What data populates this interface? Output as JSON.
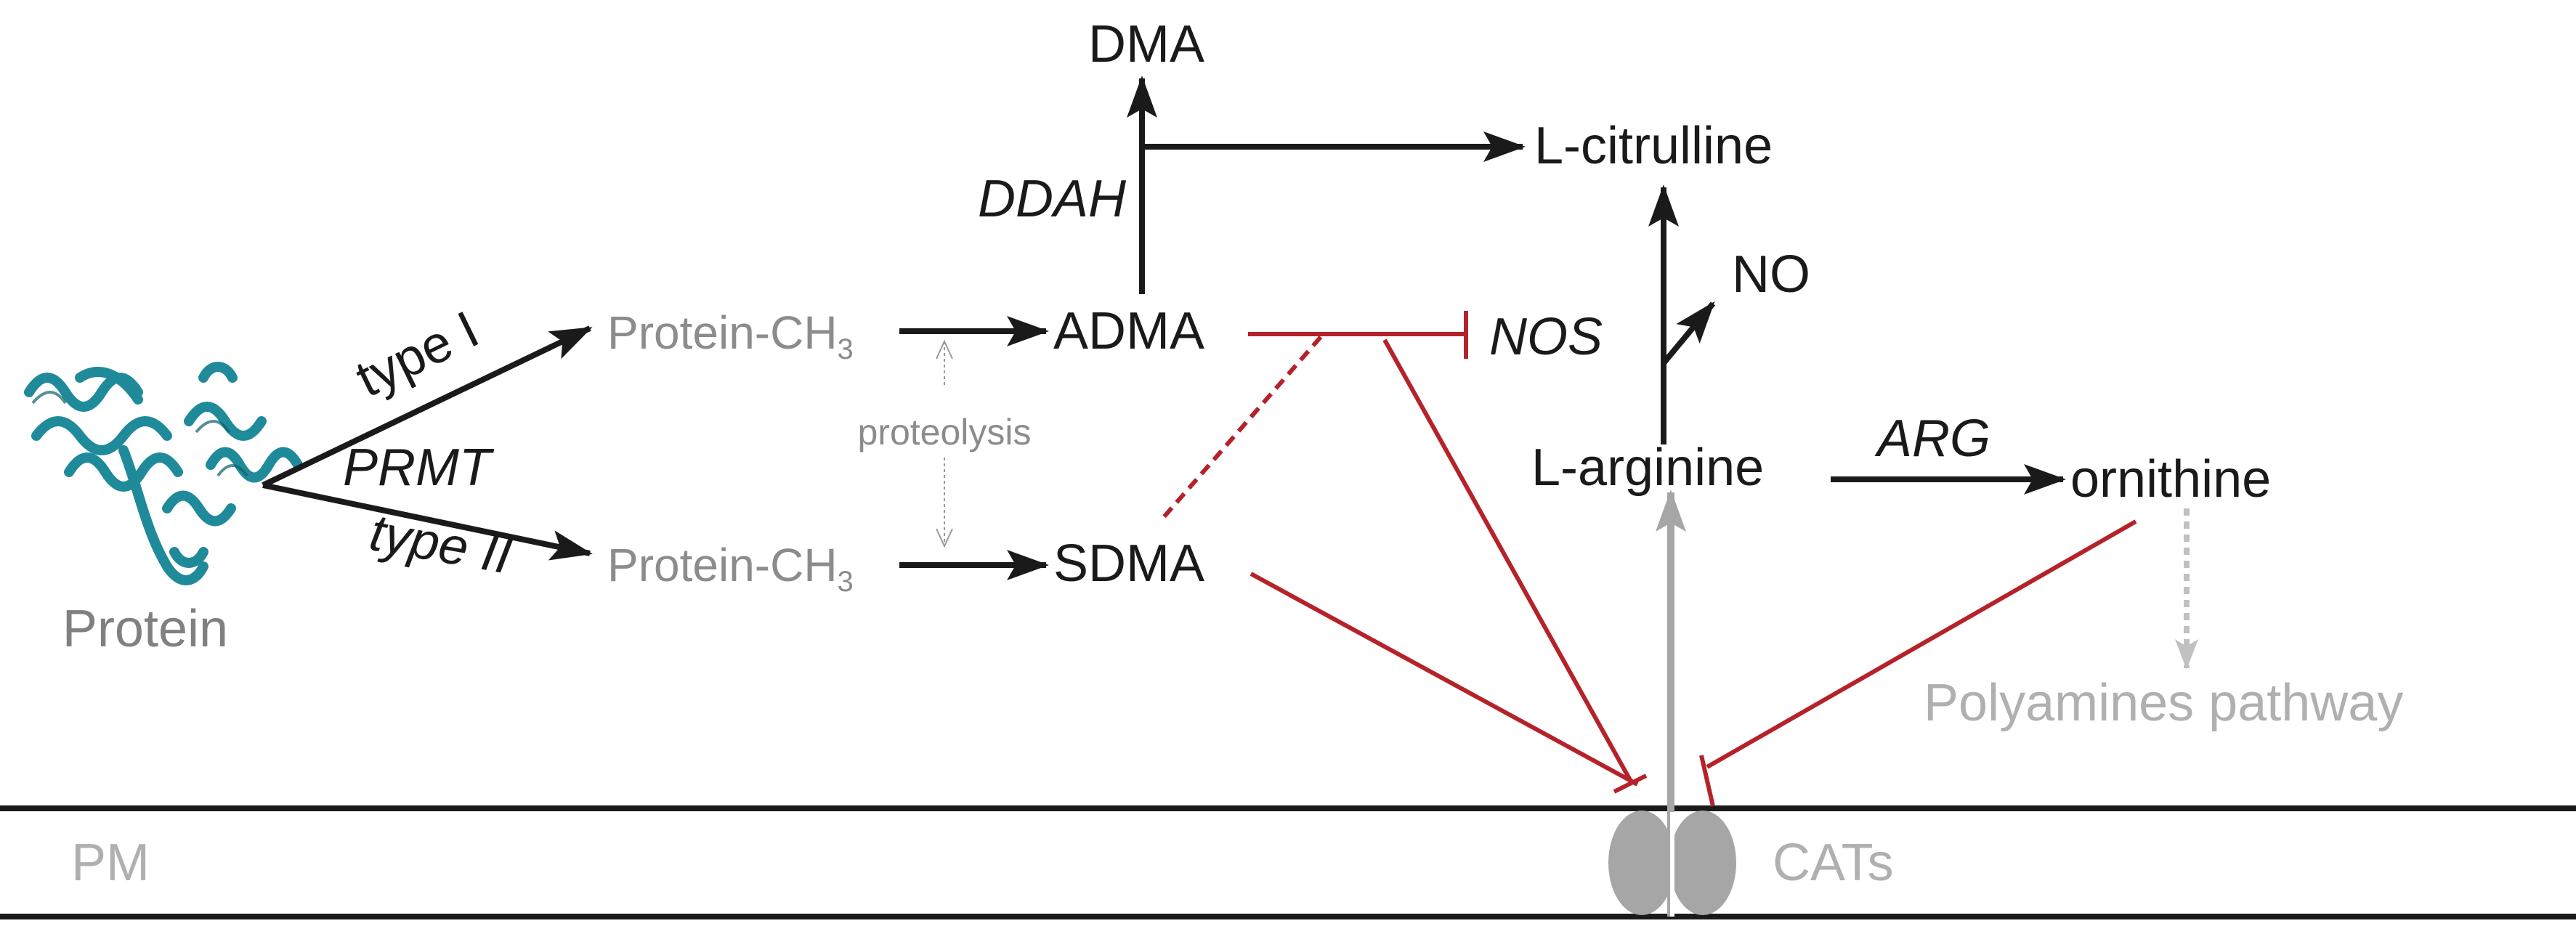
{
  "nodes": {
    "dma": "DMA",
    "l_citrulline": "L-citrulline",
    "ddah": "DDAH",
    "no": "NO",
    "protein_ch3_top": "Protein-CH",
    "protein_ch3_bottom": "Protein-CH",
    "ch3_subscript": "3",
    "adma": "ADMA",
    "nos": "NOS",
    "type_i": "type I",
    "prmt": "PRMT",
    "type_ii": "type II",
    "proteolysis": "proteolysis",
    "l_arginine": "L-arginine",
    "arg": "ARG",
    "ornithine": "ornithine",
    "sdma": "SDMA",
    "protein": "Protein",
    "polyamines_pathway": "Polyamines pathway",
    "pm": "PM",
    "cats": "CATs"
  },
  "colors": {
    "black": "#1a1a1a",
    "gray": "#8c8c8c",
    "light_gray": "#a6a6a6",
    "red": "#b5222a",
    "teal": "#1f8a9a"
  },
  "icons": {
    "protein": "protein-helix-icon",
    "transporter": "transporter-channel-icon"
  }
}
